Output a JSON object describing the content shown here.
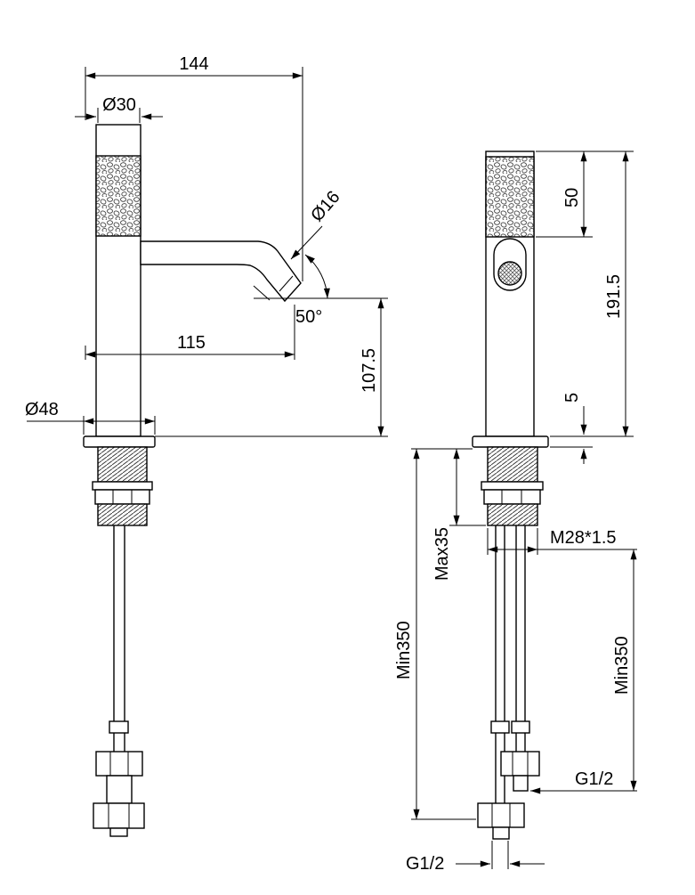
{
  "drawing": {
    "left_view": {
      "overall_width": "144",
      "top_diameter": "Ø30",
      "spout_diameter": "Ø16",
      "spout_angle": "50°",
      "spout_reach": "115",
      "outlet_height": "107.5",
      "base_diameter": "Ø48"
    },
    "right_view": {
      "grip_height": "50",
      "total_height": "191.5",
      "base_thickness": "5",
      "max_panel_thickness": "Max35",
      "mounting_thread": "M28*1.5",
      "hose_length_left": "Min350",
      "hose_length_right": "Min350",
      "hose_thread": "G1/2",
      "inlet_thread": "G1/2"
    }
  }
}
